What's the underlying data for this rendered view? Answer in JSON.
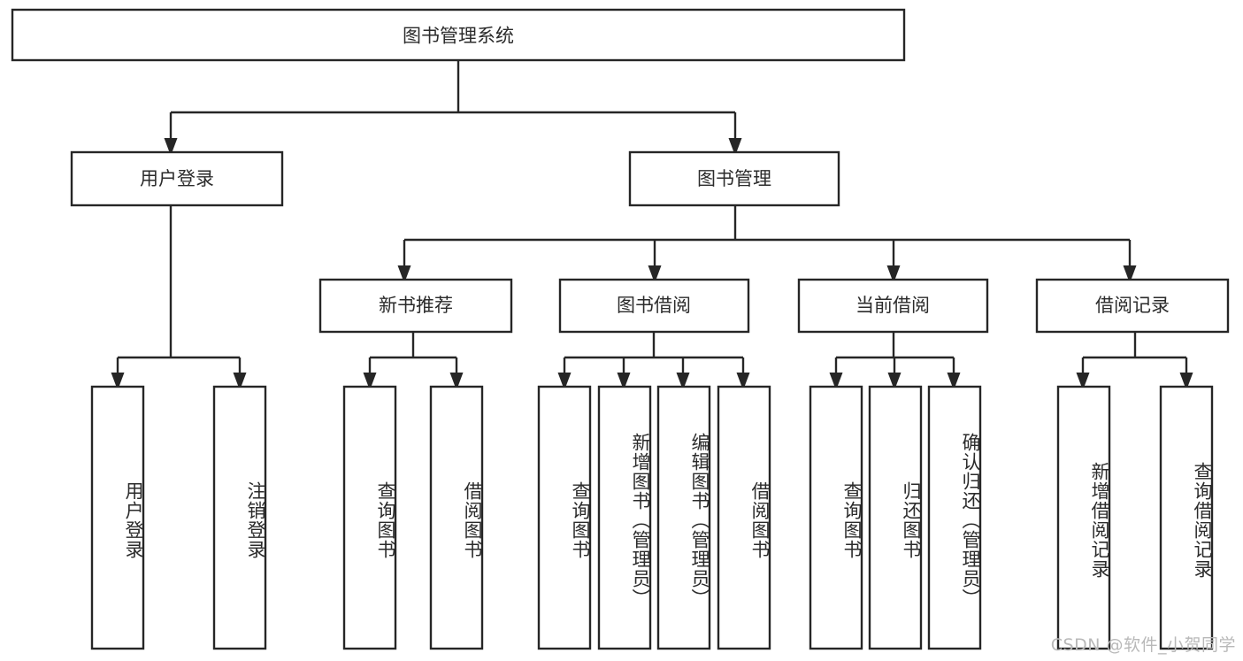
{
  "diagram": {
    "title": "图书管理系统",
    "type": "功能结构图",
    "watermark": "CSDN @软件_小贺同学",
    "colors": {
      "box_fill": "#ffffff",
      "box_stroke": "#262626",
      "text": "#2b2b2b",
      "background": "#ffffff",
      "watermark": "#b9b9b9"
    }
  },
  "nodes": {
    "root": {
      "label": "图书管理系统"
    },
    "level1": [
      {
        "id": "user-login",
        "label": "用户登录"
      },
      {
        "id": "book-manage",
        "label": "图书管理"
      }
    ],
    "level2": [
      {
        "id": "new-book-recommend",
        "label": "新书推荐",
        "parent": "book-manage"
      },
      {
        "id": "book-borrow",
        "label": "图书借阅",
        "parent": "book-manage"
      },
      {
        "id": "current-borrow",
        "label": "当前借阅",
        "parent": "book-manage"
      },
      {
        "id": "borrow-record",
        "label": "借阅记录",
        "parent": "book-manage"
      }
    ],
    "leaves": [
      {
        "id": "leaf-user-login",
        "label": "用户登录",
        "parent": "user-login"
      },
      {
        "id": "leaf-logout-login",
        "label": "注销登录",
        "parent": "user-login"
      },
      {
        "id": "leaf-query-book-1",
        "label": "查询图书",
        "parent": "new-book-recommend"
      },
      {
        "id": "leaf-borrow-book-1",
        "label": "借阅图书",
        "parent": "new-book-recommend"
      },
      {
        "id": "leaf-query-book-2",
        "label": "查询图书",
        "parent": "book-borrow"
      },
      {
        "id": "leaf-add-book",
        "label": "新增图书（管理员）",
        "parent": "book-borrow"
      },
      {
        "id": "leaf-edit-book",
        "label": "编辑图书（管理员）",
        "parent": "book-borrow"
      },
      {
        "id": "leaf-borrow-book-2",
        "label": "借阅图书",
        "parent": "book-borrow"
      },
      {
        "id": "leaf-query-book-3",
        "label": "查询图书",
        "parent": "current-borrow"
      },
      {
        "id": "leaf-return-book",
        "label": "归还图书",
        "parent": "current-borrow"
      },
      {
        "id": "leaf-confirm-return",
        "label": "确认归还（管理员）",
        "parent": "current-borrow"
      },
      {
        "id": "leaf-add-record",
        "label": "新增借阅记录",
        "parent": "borrow-record"
      },
      {
        "id": "leaf-query-record",
        "label": "查询借阅记录",
        "parent": "borrow-record"
      }
    ]
  },
  "chart_data": {
    "type": "diagram",
    "title": "图书管理系统",
    "structure": "tree",
    "levels": 4,
    "tree": {
      "label": "图书管理系统",
      "children": [
        {
          "label": "用户登录",
          "children": [
            {
              "label": "用户登录"
            },
            {
              "label": "注销登录"
            }
          ]
        },
        {
          "label": "图书管理",
          "children": [
            {
              "label": "新书推荐",
              "children": [
                {
                  "label": "查询图书"
                },
                {
                  "label": "借阅图书"
                }
              ]
            },
            {
              "label": "图书借阅",
              "children": [
                {
                  "label": "查询图书"
                },
                {
                  "label": "新增图书（管理员）"
                },
                {
                  "label": "编辑图书（管理员）"
                },
                {
                  "label": "借阅图书"
                }
              ]
            },
            {
              "label": "当前借阅",
              "children": [
                {
                  "label": "查询图书"
                },
                {
                  "label": "归还图书"
                },
                {
                  "label": "确认归还（管理员）"
                }
              ]
            },
            {
              "label": "借阅记录",
              "children": [
                {
                  "label": "新增借阅记录"
                },
                {
                  "label": "查询借阅记录"
                }
              ]
            }
          ]
        }
      ]
    }
  }
}
